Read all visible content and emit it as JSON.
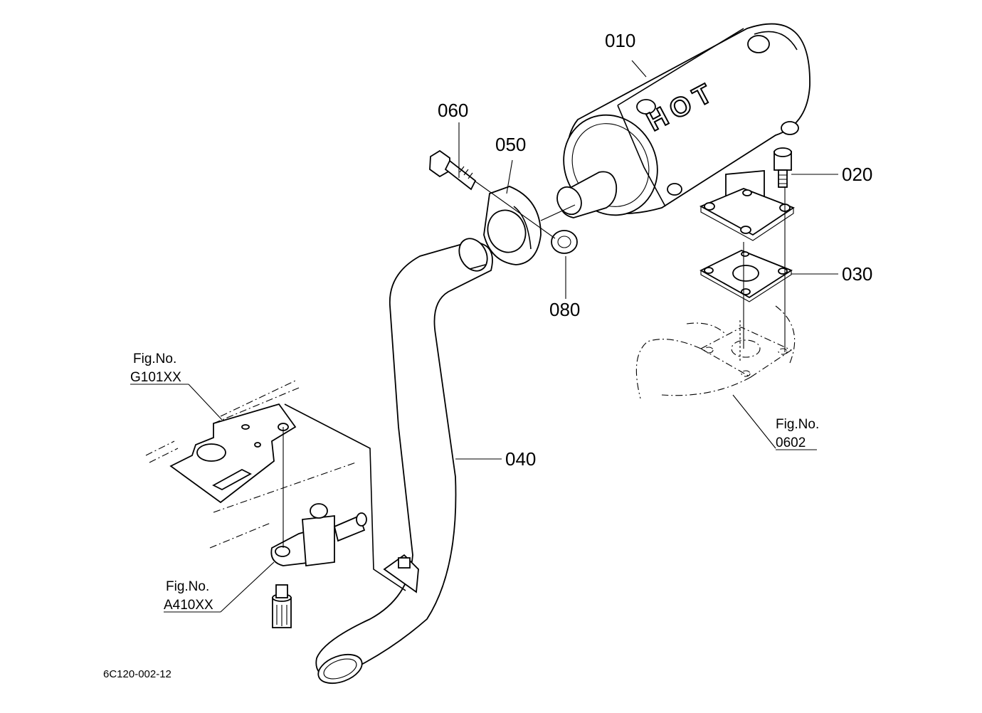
{
  "diagram": {
    "part_labels": {
      "p010": "010",
      "p020": "020",
      "p030": "030",
      "p040": "040",
      "p050": "050",
      "p060": "060",
      "p080": "080"
    },
    "figure_refs": {
      "g101": {
        "caption": "Fig.No.",
        "number": "G101XX"
      },
      "a410": {
        "caption": "Fig.No.",
        "number": "A410XX"
      },
      "f0602": {
        "caption": "Fig.No.",
        "number": "0602"
      }
    },
    "muffler_marking": "HOT",
    "drawing_code": "6C120-002-12"
  }
}
